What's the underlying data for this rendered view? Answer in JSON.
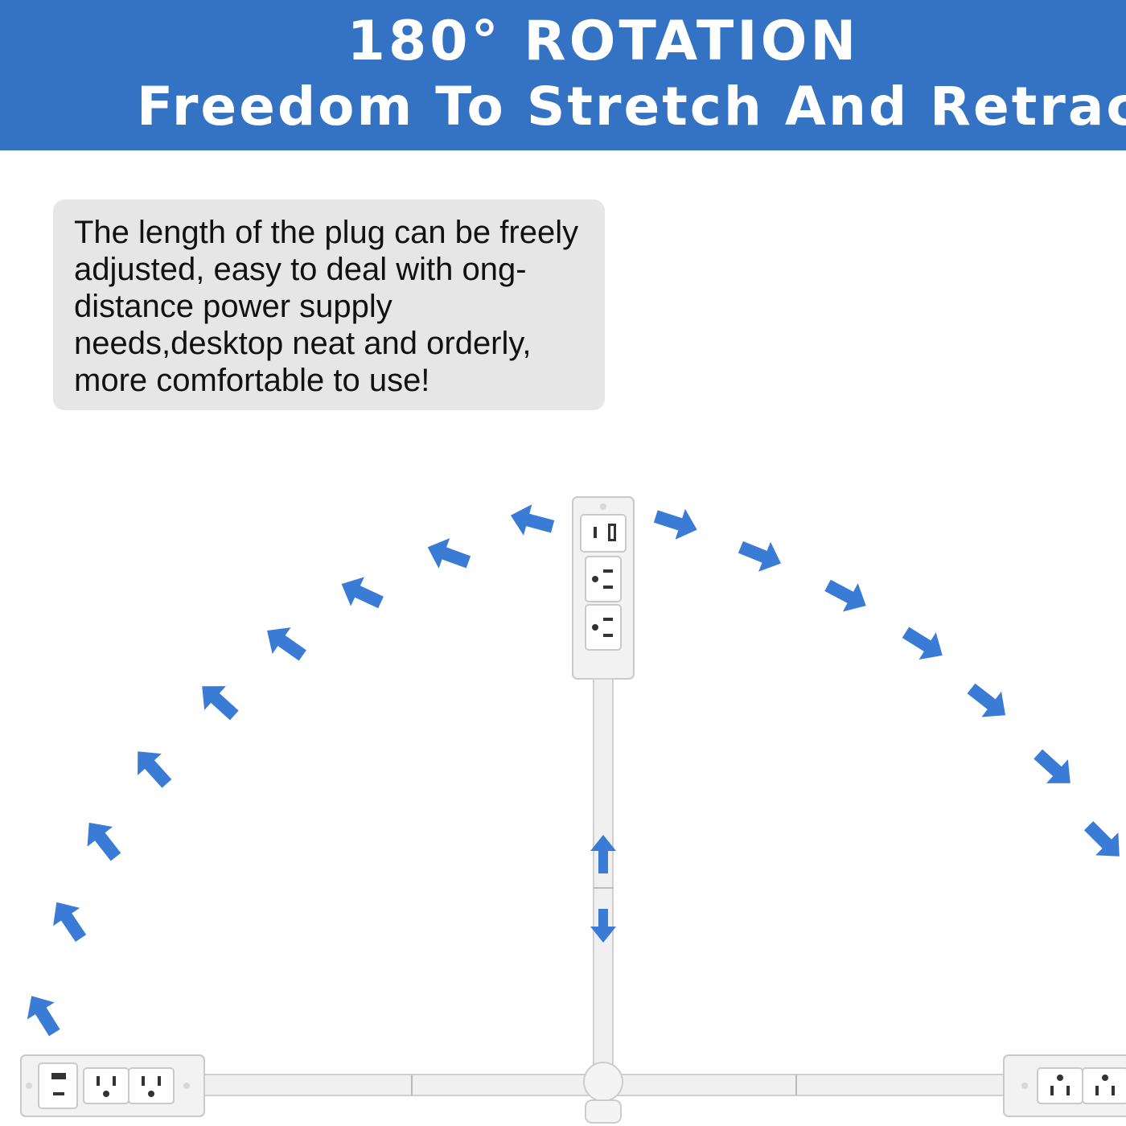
{
  "header": {
    "title": "180° ROTATION",
    "subtitle": "Freedom To Stretch And Retract",
    "background_color": "#3473c3"
  },
  "description": {
    "text": "The length of the plug can be freely adjusted, easy to deal with ong-distance power supply needs,desktop neat and orderly, more comfortable to use!"
  },
  "colors": {
    "arrow": "#3a7bd5",
    "product": "#f2f2f2",
    "product_outline": "#c9c9c9"
  },
  "icons": {
    "rotation_arrows": "curved-arrow-path-icon",
    "extend_arrows": "up-down-arrow-icon",
    "power_strip": "power-strip-icon"
  }
}
